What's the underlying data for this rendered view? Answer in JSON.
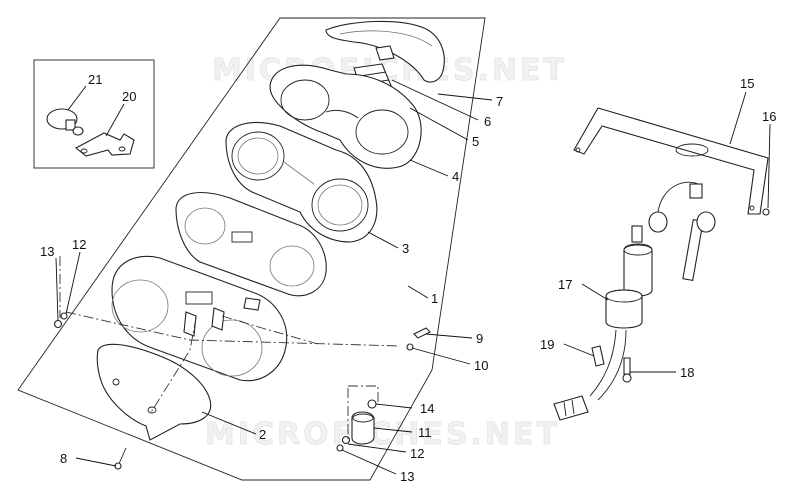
{
  "diagram": {
    "watermark": "MICROFICHES.NET",
    "callouts": {
      "c1": "1",
      "c2": "2",
      "c3": "3",
      "c4": "4",
      "c5": "5",
      "c6": "6",
      "c7": "7",
      "c8": "8",
      "c9": "9",
      "c10": "10",
      "c11": "11",
      "c12a": "12",
      "c12b": "12",
      "c13a": "13",
      "c13b": "13",
      "c14": "14",
      "c15": "15",
      "c16": "16",
      "c17": "17",
      "c18": "18",
      "c19": "19",
      "c20": "20",
      "c21": "21"
    }
  }
}
